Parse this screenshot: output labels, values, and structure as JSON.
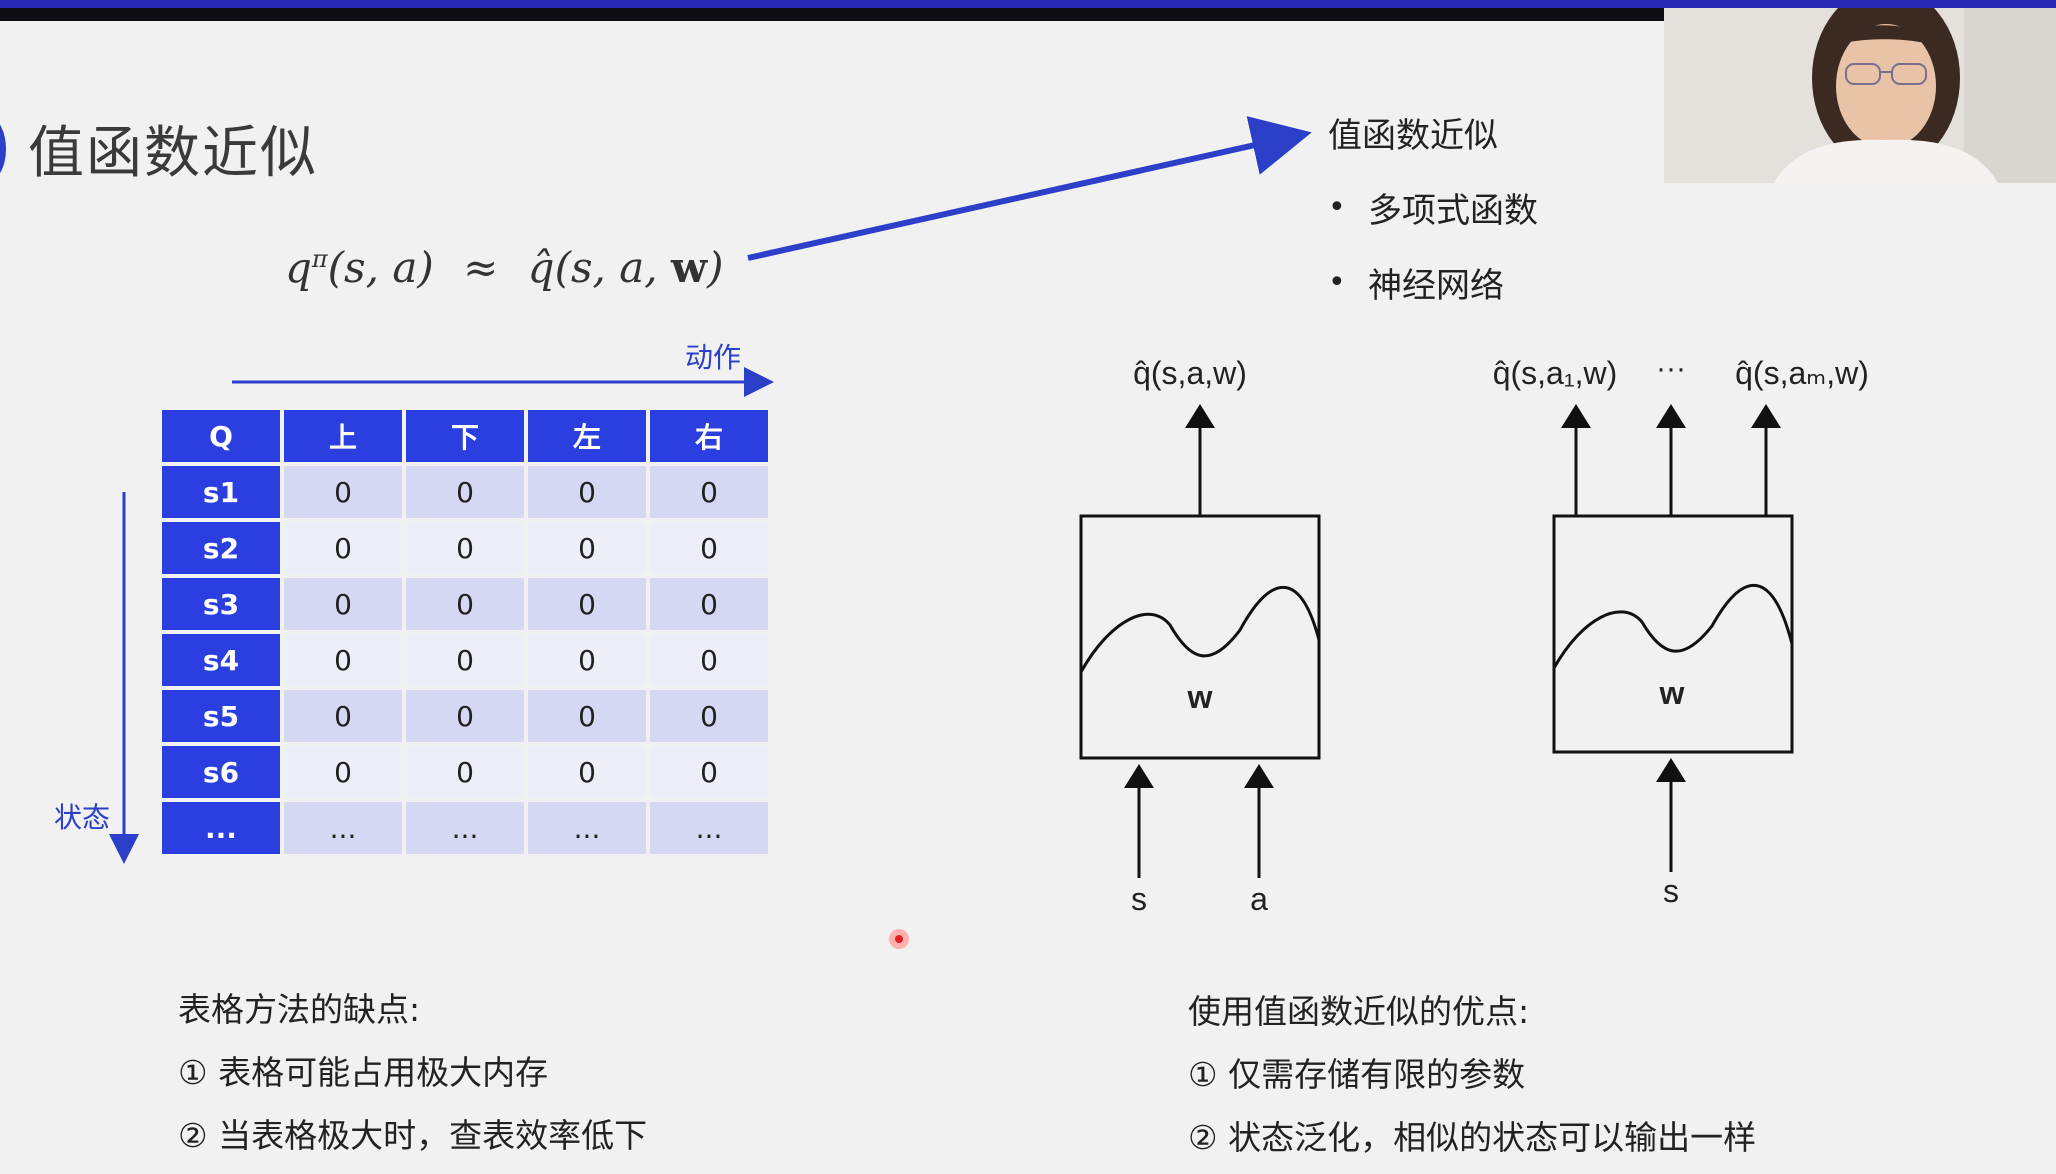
{
  "slide": {
    "title": "值函数近似",
    "formula": {
      "lhs": "q",
      "lhs_sup": "π",
      "lhs_args": "(s, a)",
      "approx": "≈",
      "rhs": "q̂",
      "rhs_args_pre": "(s, a, ",
      "rhs_bold": "w",
      "rhs_args_post": ")"
    }
  },
  "table": {
    "action_axis_label": "动作",
    "state_axis_label": "状态",
    "headers": [
      "Q",
      "上",
      "下",
      "左",
      "右"
    ],
    "rows": [
      {
        "state": "s1",
        "values": [
          "0",
          "0",
          "0",
          "0"
        ]
      },
      {
        "state": "s2",
        "values": [
          "0",
          "0",
          "0",
          "0"
        ]
      },
      {
        "state": "s3",
        "values": [
          "0",
          "0",
          "0",
          "0"
        ]
      },
      {
        "state": "s4",
        "values": [
          "0",
          "0",
          "0",
          "0"
        ]
      },
      {
        "state": "s5",
        "values": [
          "0",
          "0",
          "0",
          "0"
        ]
      },
      {
        "state": "s6",
        "values": [
          "0",
          "0",
          "0",
          "0"
        ]
      },
      {
        "state": "...",
        "values": [
          "...",
          "...",
          "...",
          "..."
        ]
      }
    ]
  },
  "approximators": {
    "title": "值函数近似",
    "items": [
      "多项式函数",
      "神经网络"
    ]
  },
  "diagram_left": {
    "output": "q̂(s,a,w)",
    "weight": "w",
    "inputs": [
      "s",
      "a"
    ]
  },
  "diagram_right": {
    "output_first": "q̂(s,a₁,w)",
    "ellipsis": "···",
    "output_last": "q̂(s,aₘ,w)",
    "weight": "w",
    "input": "s"
  },
  "drawbacks": {
    "title": "表格方法的缺点:",
    "items": [
      "① 表格可能占用极大内存",
      "② 当表格极大时，查表效率低下"
    ]
  },
  "advantages": {
    "title": "使用值函数近似的优点:",
    "items": [
      "① 仅需存储有限的参数",
      "② 状态泛化，相似的状态可以输出一样"
    ]
  },
  "colors": {
    "accent": "#2b3fe0",
    "top_bar": "#2727b4"
  }
}
